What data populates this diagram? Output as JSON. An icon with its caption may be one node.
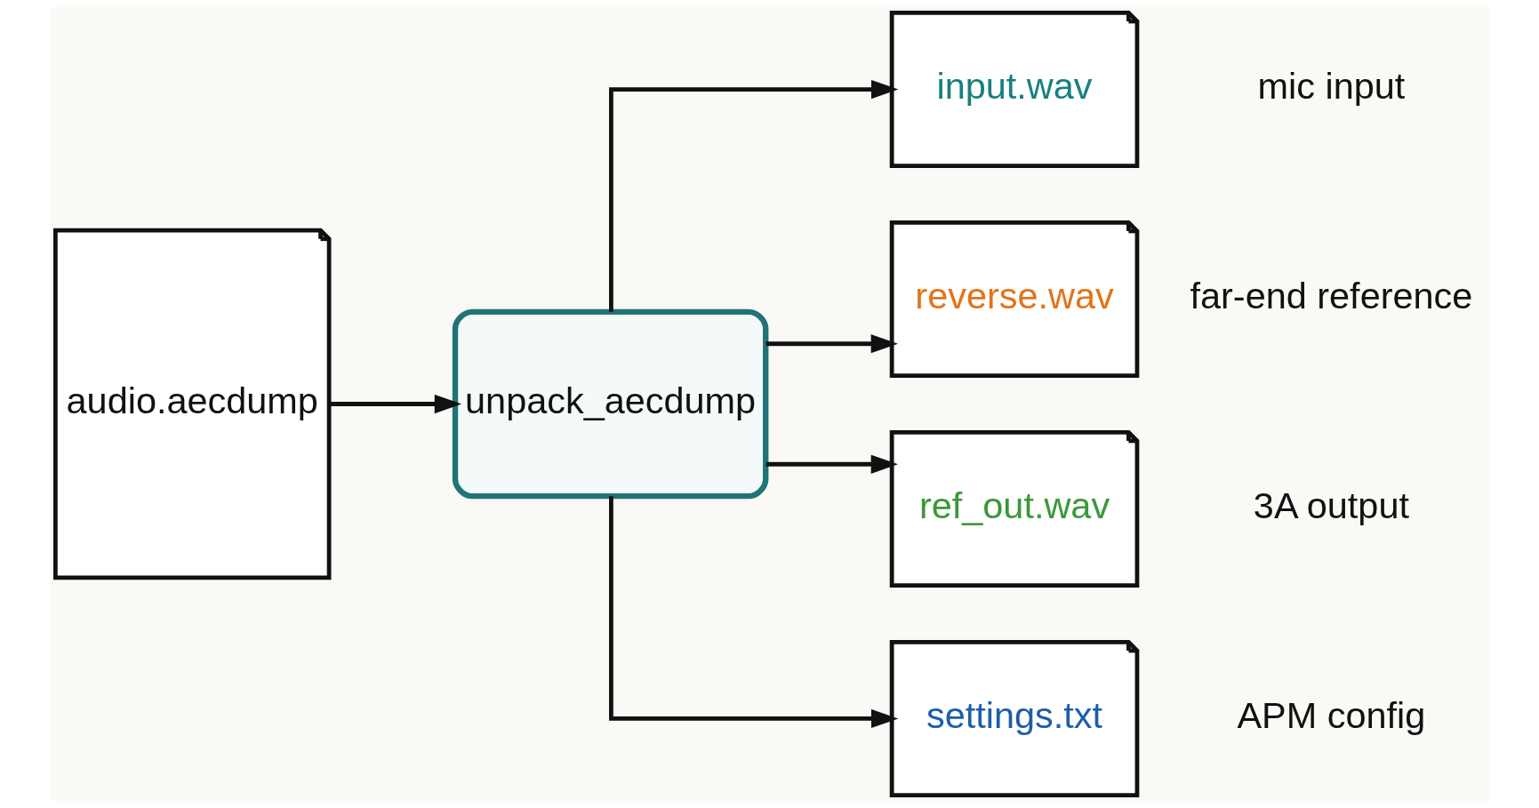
{
  "diagram": {
    "nodes": [
      {
        "text": [
          "audio.aecdump"
        ]
      },
      {
        "text": [
          "unpack_aecdump"
        ]
      },
      {
        "text": [
          "input.wav"
        ],
        "beside": [
          "mic input"
        ]
      },
      {
        "text": [
          "reverse.wav"
        ],
        "beside": [
          "far-end reference"
        ]
      },
      {
        "text": [
          "ref_out.wav"
        ],
        "beside": [
          "3A output"
        ]
      },
      {
        "text": [
          "settings.txt"
        ],
        "beside": [
          "APM config"
        ]
      }
    ],
    "edges": [
      {
        "from": 0,
        "to": 1,
        "arrow": "to"
      },
      {
        "from": 1,
        "to": 2,
        "arrow": "to"
      },
      {
        "from": 1,
        "to": 3,
        "arrow": "to"
      },
      {
        "from": 1,
        "to": 4,
        "arrow": "to"
      },
      {
        "from": 1,
        "to": 5,
        "arrow": "to"
      }
    ]
  }
}
